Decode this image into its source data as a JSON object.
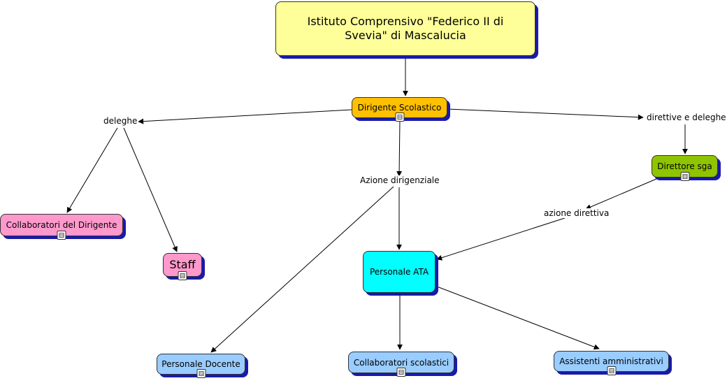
{
  "concepts": {
    "root": "Istituto Comprensivo \"Federico II di Svevia\" di Mascalucia",
    "dirigente": "Dirigente Scolastico",
    "dsga": "Direttore sga",
    "collaboratori_dirigente": "Collaboratori del Dirigente",
    "staff": "Staff",
    "personale_ata": "Personale ATA",
    "personale_docente": "Personale Docente",
    "collaboratori_scolastici": "Collaboratori scolastici",
    "assistenti_amministrativi": "Assistenti amministrativi"
  },
  "links": {
    "deleghe": "deleghe",
    "direttive_deleghe": "direttive e deleghe",
    "azione_dirigenziale": "Azione dirigenziale",
    "azione_direttiva": "azione direttiva"
  },
  "colors": {
    "root": "#ffff99",
    "dirigente": "#ffc000",
    "dsga": "#8fc400",
    "collaboratori_dirigente": "#ff99cc",
    "staff": "#ff99cc",
    "personale_ata": "#00ffff",
    "leaf": "#99ccff",
    "shadow": "#1a1aa8"
  }
}
